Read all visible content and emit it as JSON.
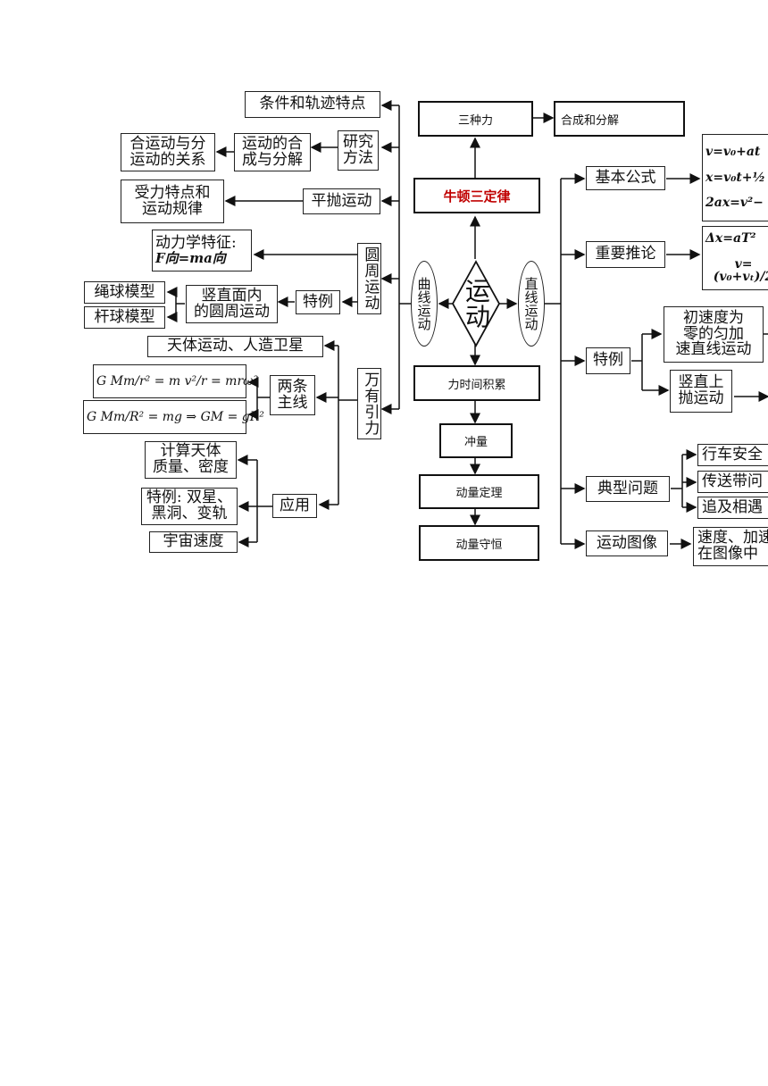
{
  "center": {
    "label": "运动"
  },
  "center_up": {
    "label": "牛顿三定律"
  },
  "forces": {
    "label": "三种力"
  },
  "compose": {
    "label": "合成和分解"
  },
  "impulse_chain": [
    "力时间积累",
    "冲量",
    "动量定理",
    "动量守恒"
  ],
  "curve": {
    "label": "曲线运动"
  },
  "straight": {
    "label": "直线运动"
  },
  "left": {
    "track": "条件和轨迹特点",
    "relation": "合运动与分\n运动的关系",
    "compose_decompose": "运动的合\n成与分解",
    "research": "研究\n方法",
    "projectile_feature": "受力特点和\n运动规律",
    "projectile": "平抛运动",
    "dynamics": "动力学特征:",
    "dynamics_formula": "F向=ma向",
    "circular": "圆周运动",
    "rope_model": "绳球模型",
    "rod_model": "杆球模型",
    "vertical_circle": "竖直面内\n的圆周运动",
    "special": "特例",
    "celestial": "天体运动、人造卫星",
    "formula1": "G Mm/r² = m v²/r = mrω²",
    "formula2": "G Mm/R² = mg ⇒ GM = gR²",
    "two_lines": "两条\n主线",
    "gravitation": "万有引力",
    "mass_density": "计算天体\n质量、密度",
    "binary": "特例: 双星、\n黑洞、变轨",
    "cosmic_speed": "宇宙速度",
    "application": "应用"
  },
  "right": {
    "basic": "基本公式",
    "basic_formulas": [
      "v=v₀+at",
      "x=v₀t+½",
      "2ax=v²−"
    ],
    "inference": "重要推论",
    "inference_formulas": [
      "Δx=aT²",
      "v=(v₀+vₜ)/2"
    ],
    "special": "特例",
    "free_fall": "初速度为\n零的匀加\n速直线运动",
    "vertical_up": "竖直上\n抛运动",
    "typical": "典型问题",
    "typical_items": [
      "行车安全",
      "传送带问",
      "追及相遇"
    ],
    "graph": "运动图像",
    "graph_desc": "速度、加速\n在图像中"
  }
}
